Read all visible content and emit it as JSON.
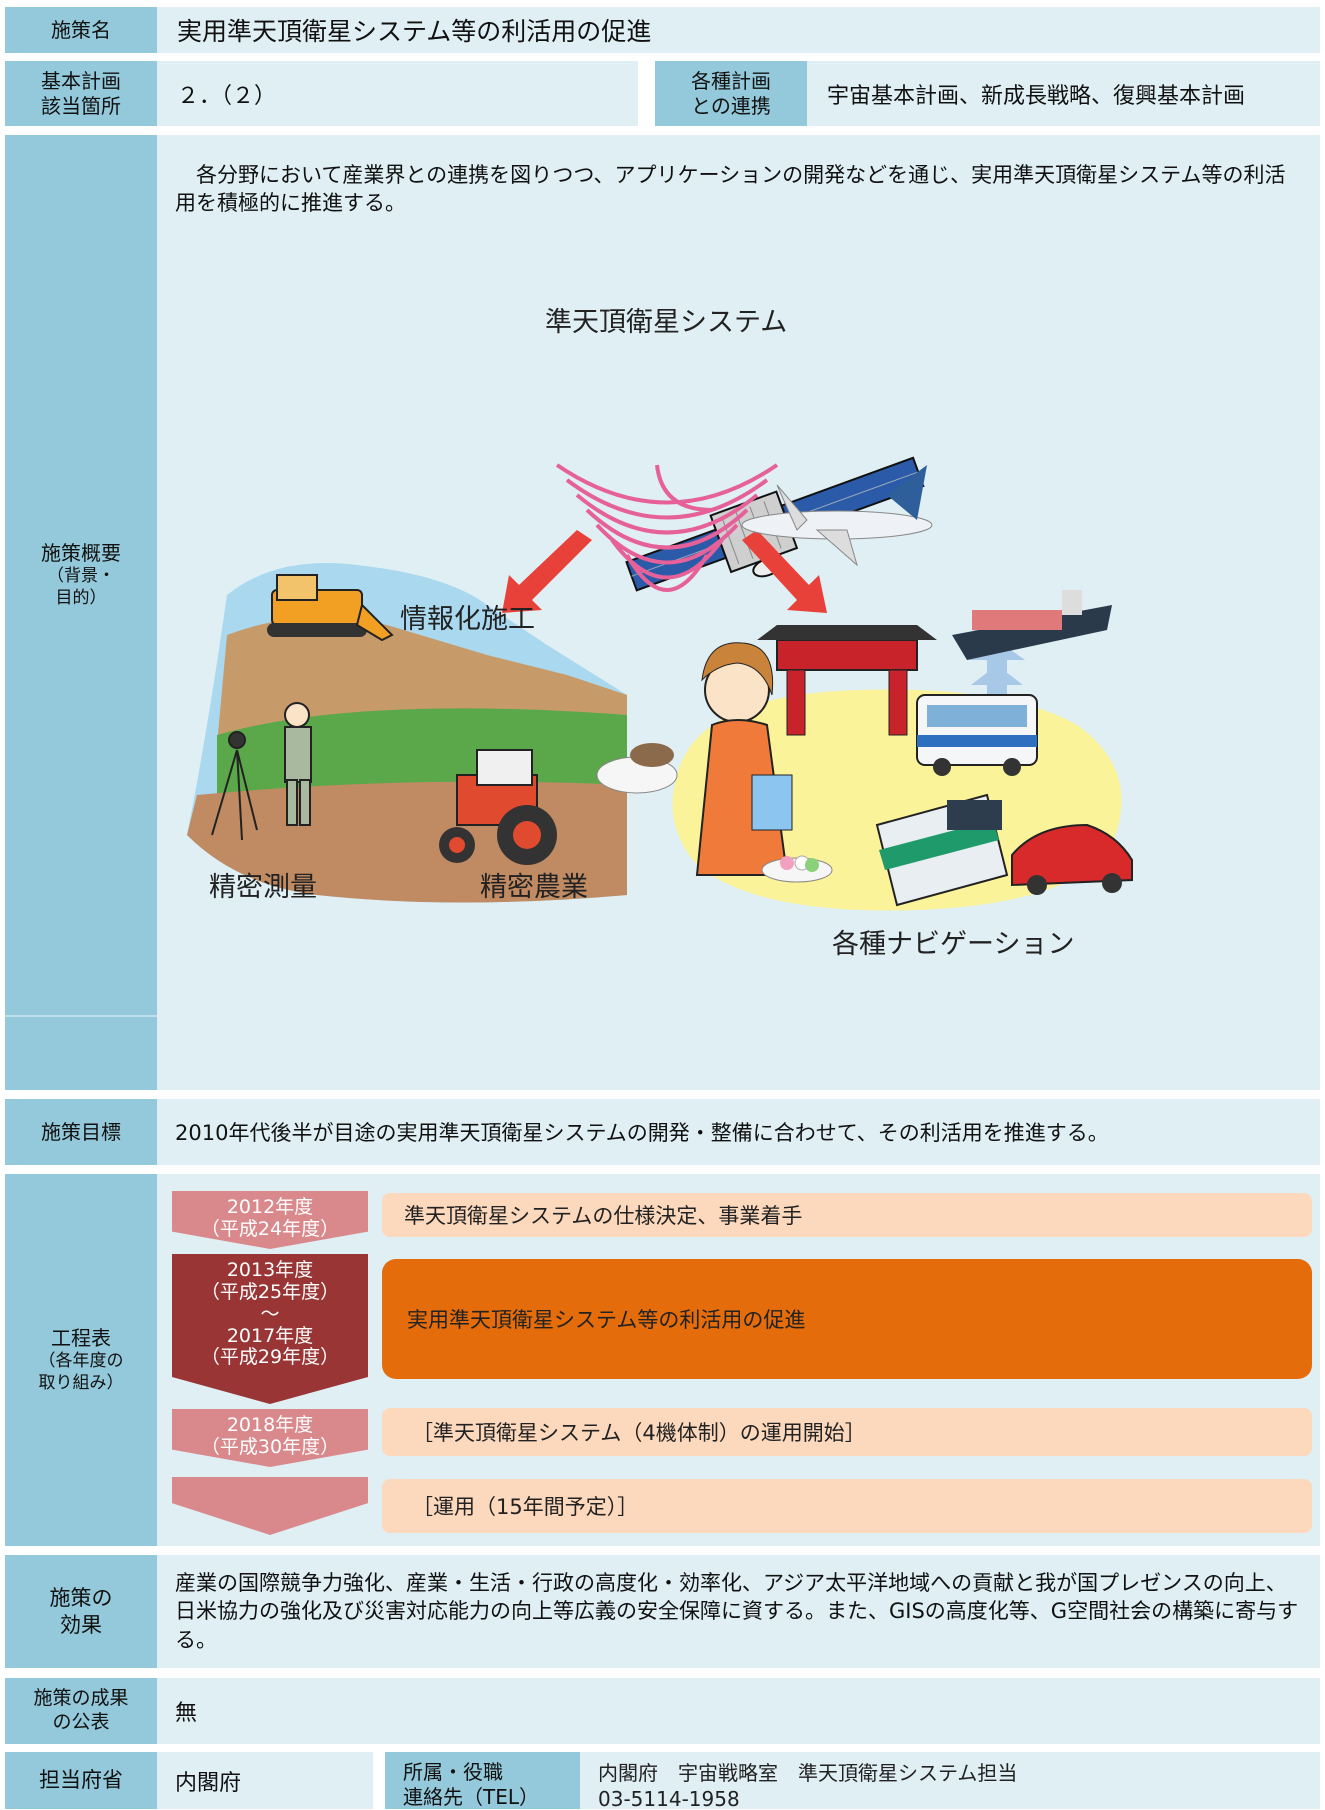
{
  "title_row": {
    "label": "施策名",
    "value": "実用準天頂衛星システム等の利活用の促進"
  },
  "plan_row": {
    "label_line1": "基本計画",
    "label_line2": "該当箇所",
    "value": "２．（２）",
    "link_label_line1": "各種計画",
    "link_label_line2": "との連携",
    "link_value": "宇宙基本計画、新成長戦略、復興基本計画"
  },
  "overview": {
    "label_line1": "施策概要",
    "label_line2": "（背景・",
    "label_line3": "目的）",
    "text": "　各分野において産業界との連携を図りつつ、アプリケーションの開発などを通じ、実用準天頂衛星システム等の利活用を積極的に推進する。",
    "illustration": {
      "satellite_caption": "準天頂衛星システム",
      "construction_caption": "情報化施工",
      "survey_caption": "精密測量",
      "farming_caption": "精密農業",
      "navigation_caption": "各種ナビゲーション"
    }
  },
  "goal": {
    "label": "施策目標",
    "text": "2010年代後半が目途の実用準天頂衛星システムの開発・整備に合わせて、その利活用を推進する。"
  },
  "schedule": {
    "label_line1": "工程表",
    "label_line2": "（各年度の",
    "label_line3": "取り組み）",
    "steps": [
      {
        "year": "2012年度",
        "era": "（平成24年度）",
        "text": "準天頂衛星システムの仕様決定、事業着手"
      },
      {
        "year": "2013年度",
        "era": "（平成25年度）",
        "tilde": "～",
        "year2": "2017年度",
        "era2": "（平成29年度）",
        "text": "実用準天頂衛星システム等の利活用の促進"
      },
      {
        "year": "2018年度",
        "era": "（平成30年度）",
        "text": "［準天頂衛星システム（4機体制）の運用開始］"
      },
      {
        "text": "［運用（15年間予定）］"
      }
    ],
    "colors": {
      "light_arrow": "#d9898c",
      "dark_arrow": "#993535",
      "bar": "#fcd8bd",
      "highlight_bar": "#e46c0a"
    }
  },
  "effect": {
    "label_line1": "施策の",
    "label_line2": "効果",
    "text": "産業の国際競争力強化、産業・生活・行政の高度化・効率化、アジア太平洋地域への貢献と我が国プレゼンスの向上、日米協力の強化及び災害対応能力の向上等広義の安全保障に資する。また、GISの高度化等、G空間社会の構築に寄与する。"
  },
  "publication": {
    "label_line1": "施策の成果",
    "label_line2": "の公表",
    "value": "無"
  },
  "ministry": {
    "label": "担当府省",
    "value": "内閣府",
    "contact_label_line1": "所属・役職",
    "contact_label_line2": "連絡先（TEL）",
    "contact_line1": "内閣府　宇宙戦略室　準天頂衛星システム担当",
    "contact_line2": "03-5114-1958"
  }
}
